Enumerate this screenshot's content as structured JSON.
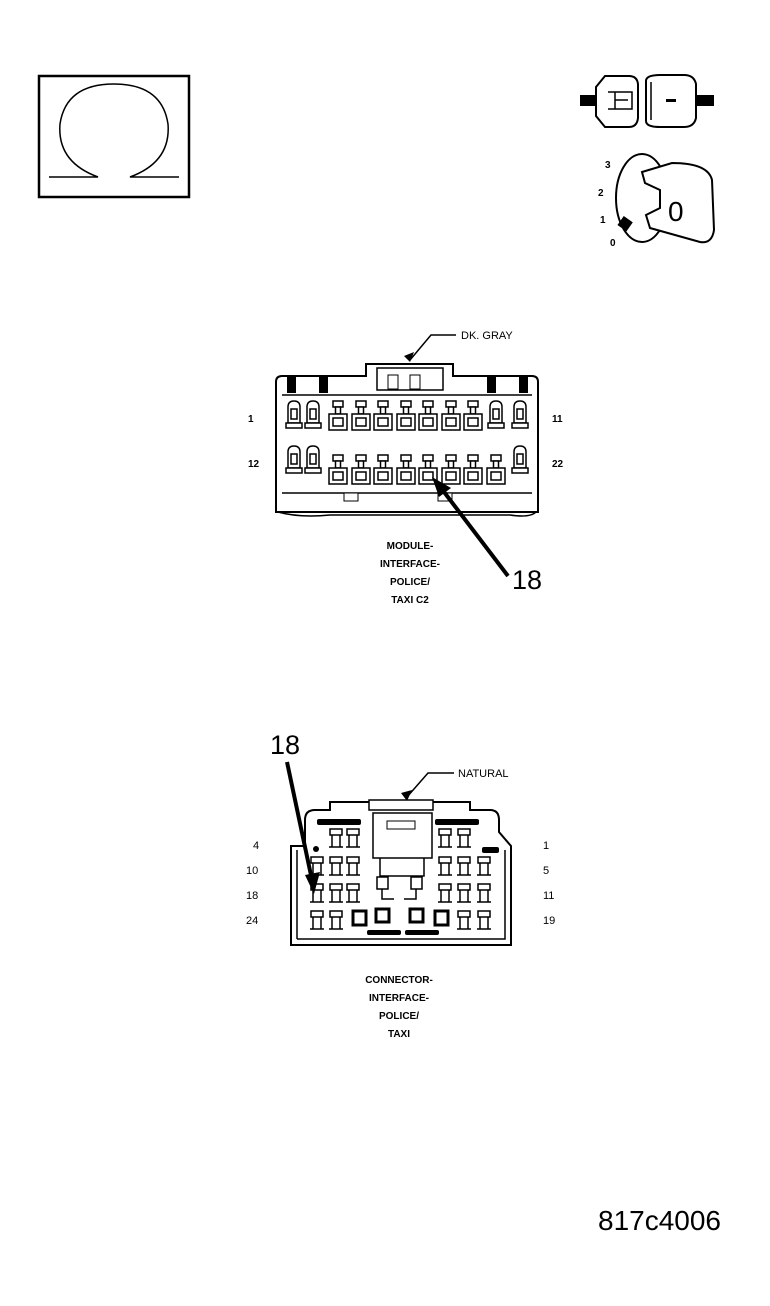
{
  "key_positions": [
    "3",
    "2",
    "1",
    "0"
  ],
  "key_glyph": "0",
  "module": {
    "color_label": "DK. GRAY",
    "pin_left_top": "1",
    "pin_right_top": "11",
    "pin_left_bottom": "12",
    "pin_right_bottom": "22",
    "name_lines": [
      "MODULE-",
      "INTERFACE-",
      "POLICE/",
      "TAXI C2"
    ],
    "callout": "18"
  },
  "connector": {
    "color_label": "NATURAL",
    "left_pins": [
      "4",
      "10",
      "18",
      "24"
    ],
    "right_pins": [
      "1",
      "5",
      "11",
      "19"
    ],
    "name_lines": [
      "CONNECTOR-",
      "INTERFACE-",
      "POLICE/",
      "TAXI"
    ],
    "callout": "18"
  },
  "figure_id": "817c4006",
  "colors": {
    "ink": "#000000",
    "paper": "#ffffff"
  }
}
